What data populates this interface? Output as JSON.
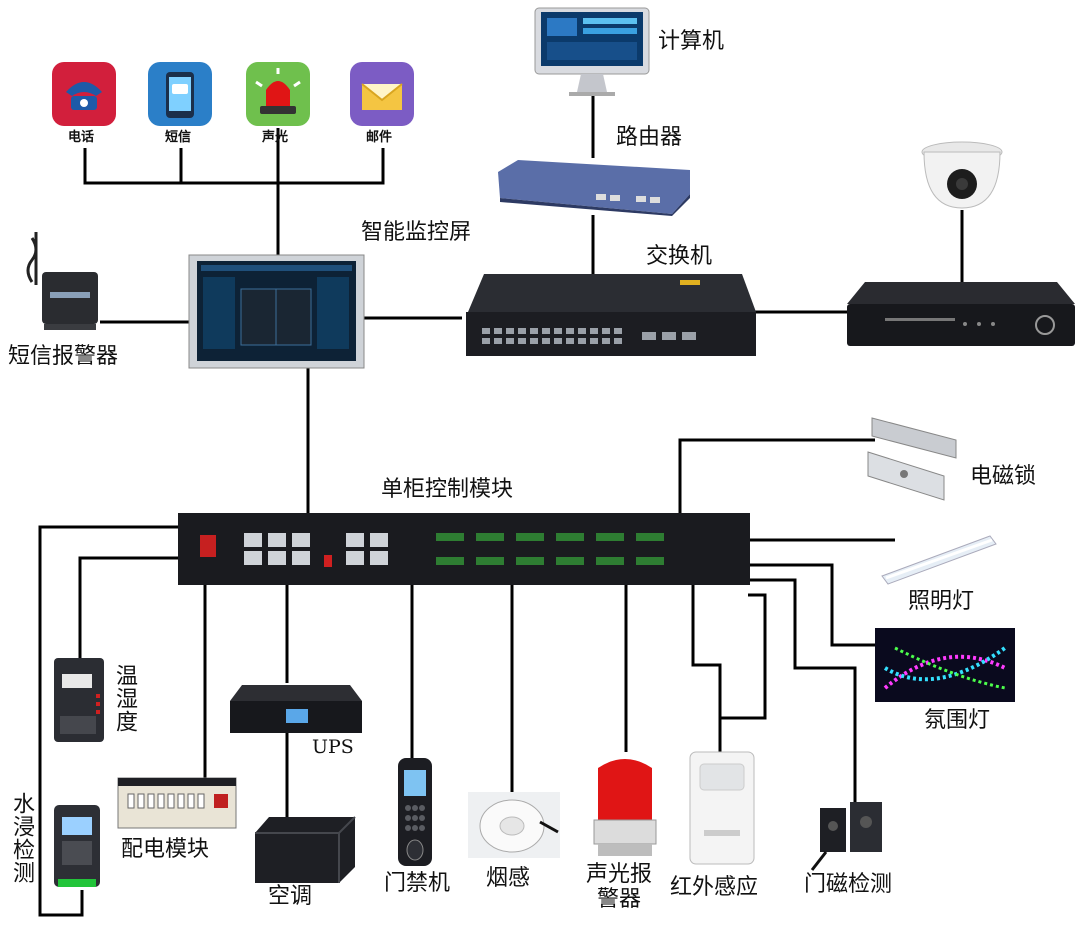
{
  "colors": {
    "wire": "#000000",
    "device_dark": "#1e1f24",
    "screen_blue": "#0b3a6b",
    "port_green": "#2e7d32"
  },
  "alerts": {
    "phone": "电话",
    "sms": "短信",
    "sound_light": "声光",
    "email": "邮件"
  },
  "top": {
    "computer": "计算机",
    "router": "路由器",
    "monitor_screen": "智能监控屏",
    "switch": "交换机",
    "sms_alarm": "短信报警器"
  },
  "control": {
    "module": "单柜控制模块"
  },
  "right": {
    "magnetic_lock": "电磁锁",
    "lighting": "照明灯",
    "ambient_light": "氛围灯"
  },
  "bottom": {
    "temp_humidity": "温湿度",
    "water_leak": "水浸检测",
    "power_module": "配电模块",
    "ups": "UPS",
    "air_conditioner": "空调",
    "access_control": "门禁机",
    "smoke": "烟感",
    "sound_light_alarm": "声光报警器",
    "infrared": "红外感应",
    "door_sensor": "门磁检测"
  }
}
